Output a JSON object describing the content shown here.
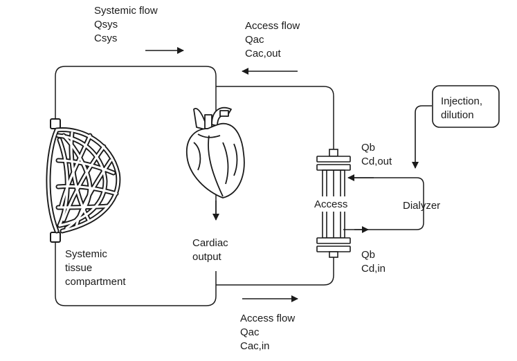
{
  "labels": {
    "systemic_flow": [
      "Systemic flow",
      "Qsys",
      "Csys"
    ],
    "access_flow_top": [
      "Access flow",
      "Qac",
      "Cac,out"
    ],
    "access_flow_bottom": [
      "Access flow",
      "Qac",
      "Cac,in"
    ],
    "injection": [
      "Injection,",
      "dilution"
    ],
    "dialyzer_out": [
      "Qb",
      "Cd,out"
    ],
    "dialyzer_in": [
      "Qb",
      "Cd,in"
    ],
    "access": "Access",
    "dialyzer": "Dialyzer",
    "cardiac_output": [
      "Cardiac",
      "output"
    ],
    "systemic_tissue": [
      "Systemic",
      "tissue",
      "compartment"
    ]
  },
  "colors": {
    "line": "#1a1a1a",
    "background": "#ffffff"
  },
  "icons": {
    "heart": "heart-icon",
    "tissue": "capillary-bed-icon",
    "dialyzer": "dialyzer-cartridge-icon"
  }
}
